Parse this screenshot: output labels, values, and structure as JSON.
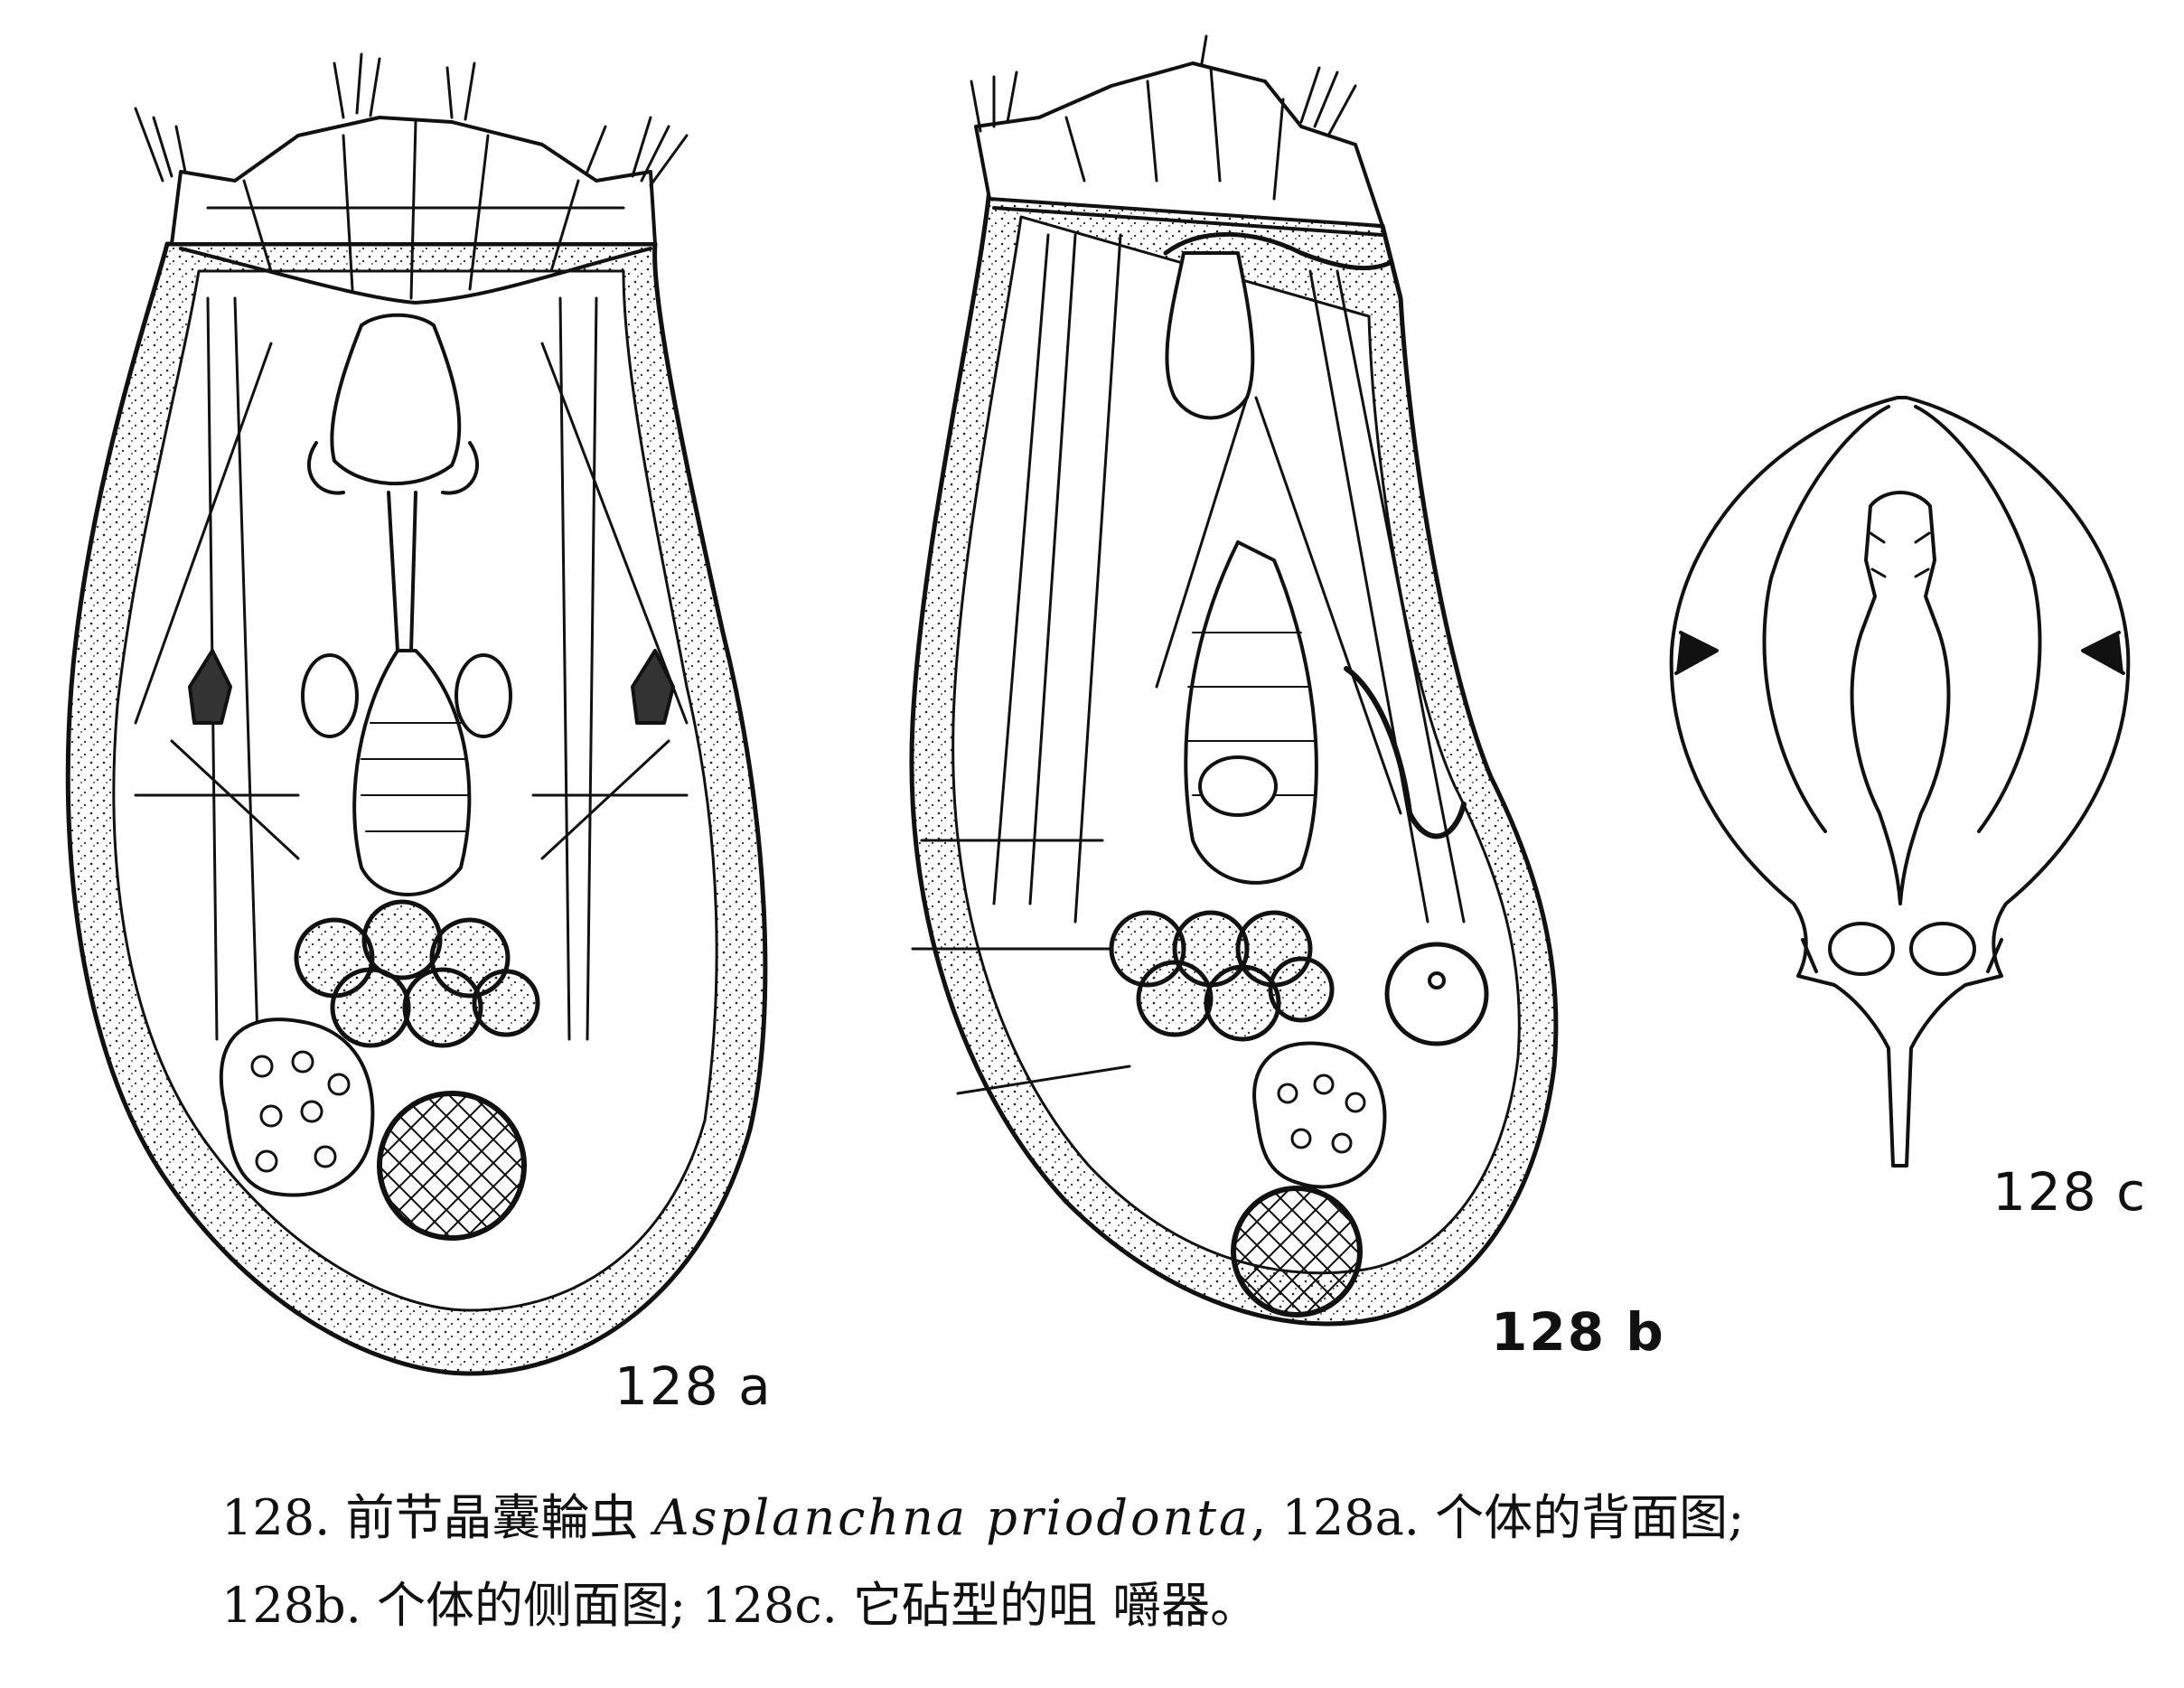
{
  "figure": {
    "labels": {
      "a": "128 a",
      "b": "128 b",
      "c": "128 c"
    },
    "caption": {
      "line1_prefix": "128. 前节晶囊輪虫 ",
      "line1_scientific": "Asplanchna priodonta",
      "line1_suffix": ", 128a. 个体的背面图;",
      "line2": "128b. 个体的侧面图; 128c. 它砧型的咀  嚼器。"
    }
  }
}
